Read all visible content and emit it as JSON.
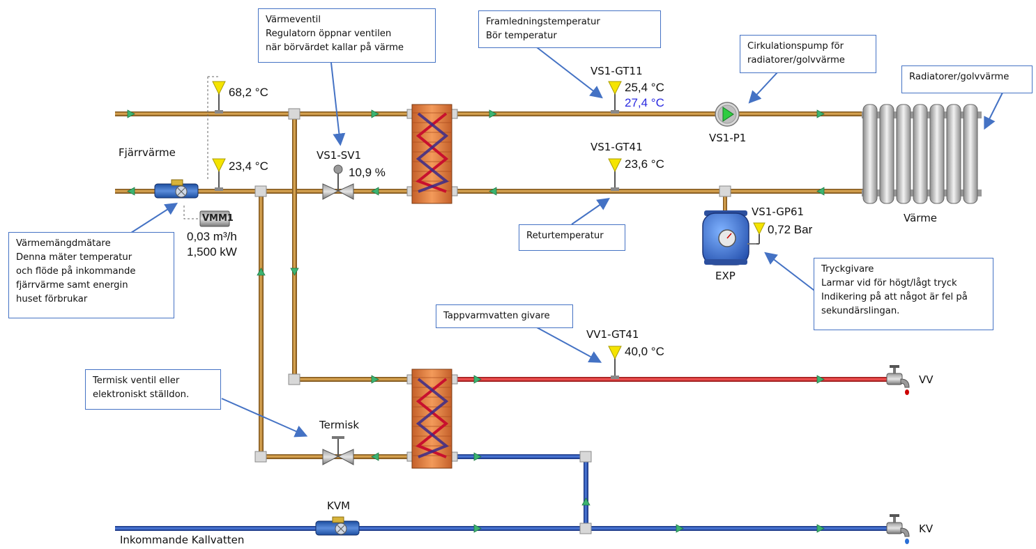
{
  "labels": {
    "fjarrvarme": "Fjärrvärme",
    "inkommande_kallvatten": "Inkommande Kallvatten",
    "varme": "Värme",
    "vs1_sv1": "VS1-SV1",
    "vs1_gt11": "VS1-GT11",
    "vs1_gt41": "VS1-GT41",
    "vs1_p1": "VS1-P1",
    "vs1_gp61": "VS1-GP61",
    "exp": "EXP",
    "vv1_gt41": "VV1-GT41",
    "termisk": "Termisk",
    "kvm": "KVM",
    "vmm1": "VMM1",
    "vv": "VV",
    "kv": "KV"
  },
  "values": {
    "supply_primary": "68,2 °C",
    "return_primary": "23,4 °C",
    "valve_sv1": "10,9 %",
    "gt11_actual": "25,4 °C",
    "gt11_setpoint": "27,4 °C",
    "gt41_return": "23,6 °C",
    "gp61_pressure": "0,72 Bar",
    "vmm1_flow": "0,03 m³/h",
    "vmm1_power": "1,500 kW",
    "vv1_gt41": "40,0 °C"
  },
  "callouts": {
    "varmeventil": [
      "Värmeventil",
      "Regulatorn öppnar ventilen",
      "när börvärdet kallar på värme"
    ],
    "framledning": [
      "Framledningstemperatur",
      "Bör temperatur"
    ],
    "cirkulationspump": [
      "Cirkulationspump för",
      "radiatorer/golvvärme"
    ],
    "radiatorer": [
      "Radiatorer/golvvärme"
    ],
    "varmemangdmatare": [
      "Värmemängdmätare",
      "Denna mäter temperatur",
      "och flöde på inkommande",
      "fjärrvärme samt energin",
      "huset förbrukar"
    ],
    "returtemperatur": [
      "Returtemperatur"
    ],
    "tryckgivare": [
      "Tryckgivare",
      "Larmar vid för högt/lågt tryck",
      "Indikering på att något är fel på",
      "sekundärslingan."
    ],
    "tappvarmvatten": [
      "Tappvarmvatten givare"
    ],
    "termisk_ventil": [
      "Termisk ventil eller",
      "elektroniskt ställdon."
    ]
  },
  "colors": {
    "hot_pipe": "#b07a2c",
    "cold_pipe": "#2f56b5",
    "dhw_pipe": "#d42a2a",
    "flow_arrow": "#3cb371",
    "sensor": "#f5e400",
    "callout_border": "#4472c4",
    "setpoint_text": "#2a2ae0"
  }
}
